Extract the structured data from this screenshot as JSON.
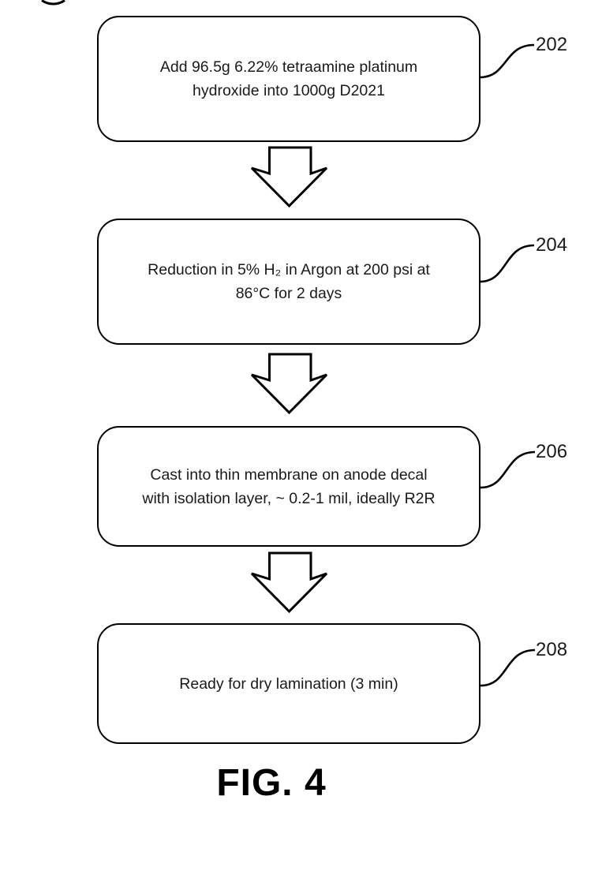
{
  "figure_label": "FIG. 4",
  "steps": [
    {
      "ref": "202",
      "lines": [
        "Add 96.5g 6.22% tetraamine platinum",
        "hydroxide into 1000g D2021"
      ]
    },
    {
      "ref": "204",
      "lines": [
        "Reduction in 5% H₂ in Argon at 200 psi at",
        "86°C for 2 days"
      ]
    },
    {
      "ref": "206",
      "lines": [
        "Cast into thin membrane on anode decal",
        "with isolation layer, ~ 0.2-1 mil, ideally R2R"
      ]
    },
    {
      "ref": "208",
      "lines": [
        "Ready for dry lamination (3 min)"
      ]
    }
  ],
  "colors": {
    "ink": "#000000",
    "background": "#ffffff"
  }
}
